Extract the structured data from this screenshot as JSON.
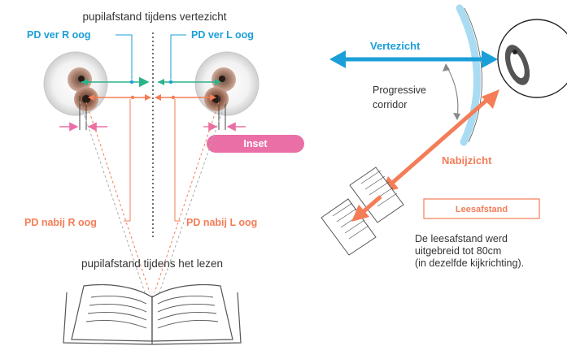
{
  "left": {
    "top_caption": "pupilafstand tijdens vertezicht",
    "pd_far_right_label": "PD ver R oog",
    "pd_far_left_label": "PD ver L oog",
    "inset_label": "Inset",
    "pd_near_right_label": "PD nabij R oog",
    "pd_near_left_label": "PD nabij L oog",
    "bottom_caption": "pupilafstand tijdens het lezen"
  },
  "right": {
    "far_vision_label": "Vertezicht",
    "corridor_label": "Progressive\ncorridor",
    "near_vision_label": "Nabijzicht",
    "reading_distance_label": "Leesafstand",
    "note": "De leesafstand werd\nuitgebreid tot 80cm\n(in dezelfde kijkrichting)."
  },
  "colors": {
    "blue": "#1a9fd8",
    "orange": "#f47d57",
    "green": "#2bb28a",
    "pink": "#ea6fa6",
    "lens": "#a9dcf3"
  }
}
